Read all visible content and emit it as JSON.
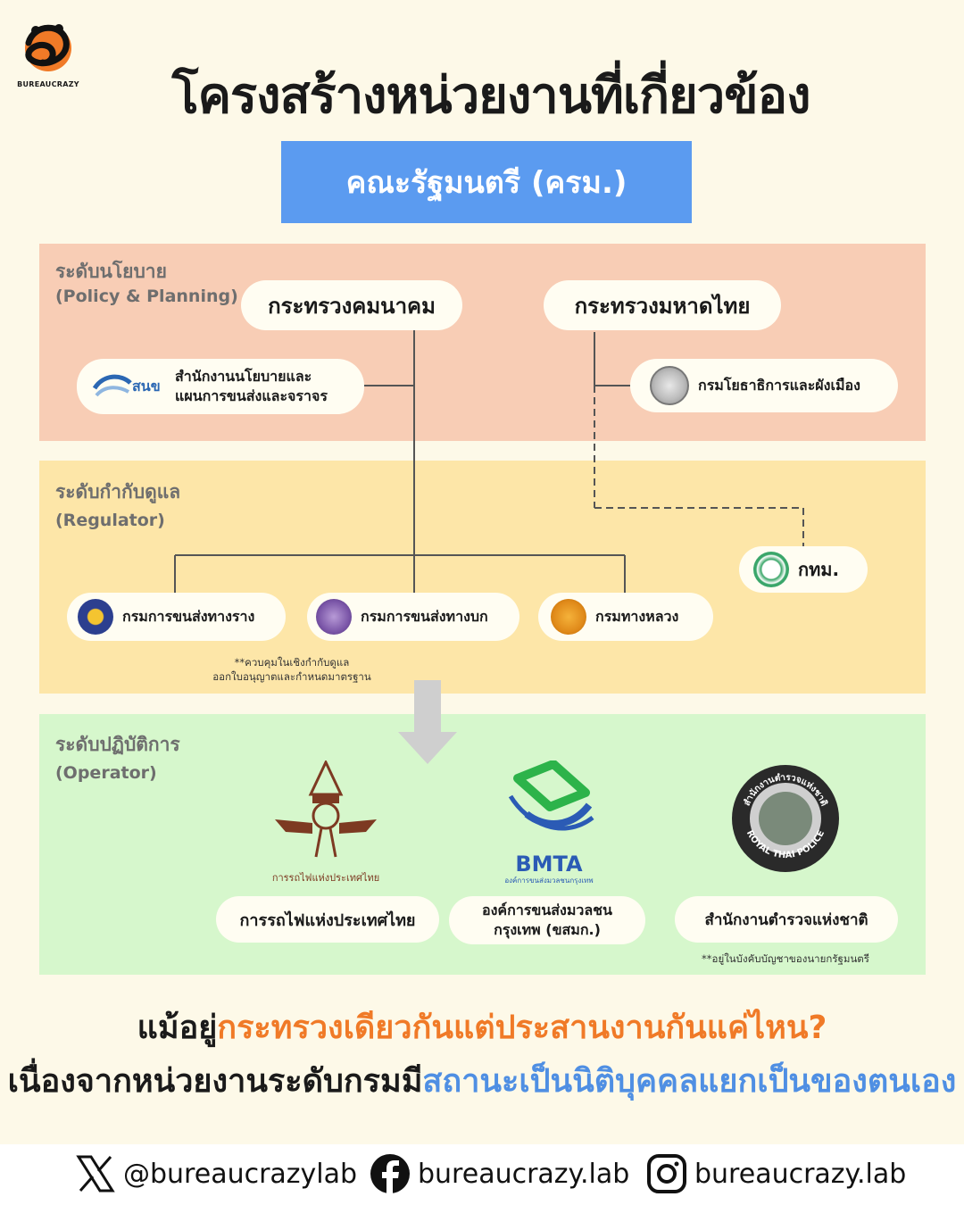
{
  "brand": {
    "name": "BUREAUCRAZY"
  },
  "title": "โครงสร้างหน่วยงานที่เกี่ยวข้อง",
  "top_body": "คณะรัฐมนตรี (ครม.)",
  "levels": {
    "policy": {
      "label": "ระดับนโยบาย",
      "sub": "(Policy & Planning)"
    },
    "regulator": {
      "label": "ระดับกำกับดูแล",
      "sub": "(Regulator)"
    },
    "operator": {
      "label": "ระดับปฏิบัติการ",
      "sub": "(Operator)"
    }
  },
  "ministries": {
    "transport": "กระทรวงคมนาคม",
    "interior": "กระทรวงมหาดไทย"
  },
  "policy_units": {
    "otp_logo": "สนข",
    "otp_line1": "สำนักงานนโยบายและ",
    "otp_line2": "แผนการขนส่งและจราจร",
    "dpt": "กรมโยธาธิการและผังเมือง"
  },
  "regulators": {
    "rail": "กรมการขนส่งทางราง",
    "land": "กรมการขนส่งทางบก",
    "highways": "กรมทางหลวง",
    "bma": "กทม."
  },
  "regulator_note": {
    "line1": "**ควบคุมในเชิงกำกับดูแล",
    "line2": "ออกใบอนุญาตและกำหนดมาตรฐาน"
  },
  "operators": {
    "srt_logo_text": "การรถไฟแห่งประเทศไทย",
    "srt": "การรถไฟแห่งประเทศไทย",
    "bmta_logo_text": "BMTA",
    "bmta_logo_sub": "องค์การขนส่งมวลชนกรุงเทพ",
    "bmta_line1": "องค์การขนส่งมวลชน",
    "bmta_line2": "กรุงเทพ (ขสมก.)",
    "police_logo_top": "สำนักงานตำรวจแห่งชาติ",
    "police_logo_ring": "ROYAL THAI POLICE",
    "police": "สำนักงานตำรวจแห่งชาติ",
    "police_note": "**อยู่ในบังคับบัญชาของนายกรัฐมนตรี"
  },
  "bottom": {
    "q1_a": "แม้อยู่",
    "q1_b": "กระทรวงเดียวกันแต่ประสานงานกันแค่ไหน?",
    "q2_a": "เนื่องจากหน่วยงานระดับกรมมี",
    "q2_b": "สถานะเป็นนิติบุคคลแยกเป็นของตนเอง"
  },
  "social": {
    "x": "@bureaucrazylab",
    "facebook": "bureaucrazy.lab",
    "instagram": "bureaucrazy.lab"
  },
  "colors": {
    "background": "#fdf9e8",
    "cabinet": "#5b9bf0",
    "policy_band": "#f8cdb5",
    "regulator_band": "#fde6a8",
    "operator_band": "#d6f7cc",
    "accent_orange": "#f07a27",
    "accent_blue": "#4f8fe3"
  },
  "icons": [
    "brand-logo-icon",
    "otp-logo-icon",
    "dpt-seal-icon",
    "rail-seal-icon",
    "land-seal-icon",
    "highways-seal-icon",
    "bma-seal-icon",
    "srt-logo-icon",
    "bmta-logo-icon",
    "police-seal-icon",
    "down-arrow-icon",
    "x-icon",
    "facebook-icon",
    "instagram-icon"
  ]
}
